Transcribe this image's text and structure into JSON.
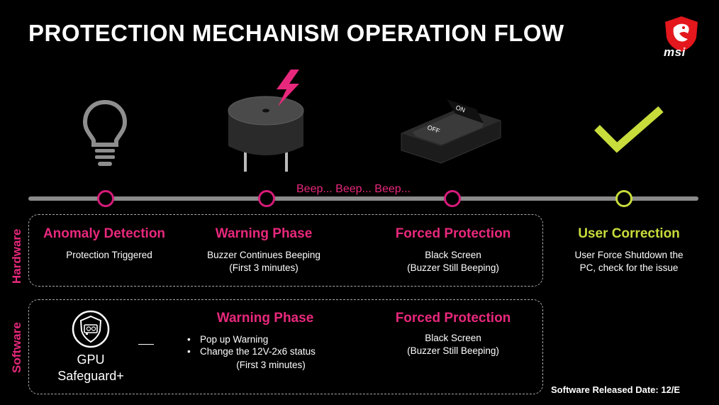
{
  "title": "PROTECTION MECHANISM OPERATION FLOW",
  "brand": "msi",
  "beep_text": "Beep... Beep... Beep...",
  "sections": {
    "hardware": "Hardware",
    "software": "Software"
  },
  "hardware": [
    {
      "title": "Anomaly Detection",
      "desc": [
        "Protection Triggered"
      ]
    },
    {
      "title": "Warning Phase",
      "desc": [
        "Buzzer Continues Beeping",
        "(First 3 minutes)"
      ]
    },
    {
      "title": "Forced Protection",
      "desc": [
        "Black Screen",
        "(Buzzer Still Beeping)"
      ]
    },
    {
      "title": "User Correction",
      "desc": [
        "User Force Shutdown the",
        "PC, check for the issue"
      ]
    }
  ],
  "software": {
    "gpu_label": [
      "GPU",
      "Safeguard+"
    ],
    "warning_title": "Warning Phase",
    "warning_bullets": [
      "Pop up Warning",
      "Change the 12V-2x6 status"
    ],
    "warning_note": "(First 3 minutes)",
    "forced_title": "Forced Protection",
    "forced_desc": [
      "Black Screen",
      "(Buzzer Still Beeping)"
    ]
  },
  "switch_labels": {
    "on": "ON",
    "off": "OFF"
  },
  "footer": "Software Released Date: 12/E",
  "colors": {
    "accent_pink": "#e8287c",
    "accent_green": "#c8dc3c",
    "line_gray": "#8a8a8a"
  },
  "icons": [
    "lightbulb-icon",
    "buzzer-icon",
    "power-switch-icon",
    "checkmark-icon",
    "gpu-shield-icon",
    "msi-dragon-logo"
  ]
}
